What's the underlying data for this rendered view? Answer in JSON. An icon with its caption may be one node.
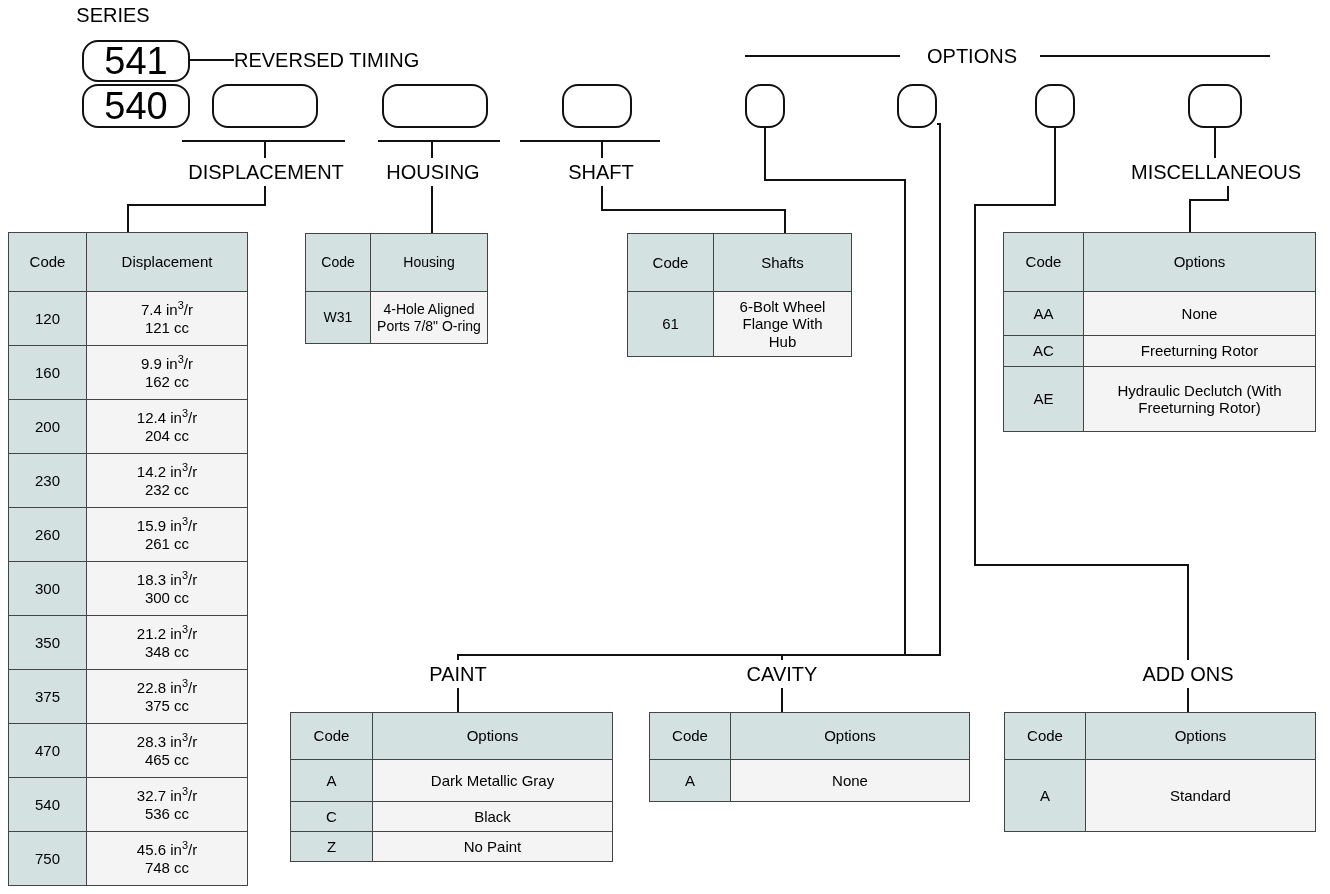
{
  "diagram": {
    "nodes": [
      {
        "text": [
          "541"
        ],
        "beside": [
          "SERIES"
        ]
      },
      {
        "text": [
          "540"
        ]
      },
      {
        "text": [],
        "shape": "box"
      },
      {
        "text": [],
        "shape": "box"
      },
      {
        "text": [],
        "shape": "box"
      },
      {
        "text": [],
        "shape": "box"
      },
      {
        "text": [],
        "shape": "box"
      },
      {
        "text": [],
        "shape": "box"
      },
      {
        "text": [],
        "shape": "box"
      },
      {
        "text": [
          "REVERSED TIMING"
        ]
      },
      {
        "text": [
          "DISPLACEMENT"
        ]
      },
      {
        "text": [
          "HOUSING"
        ]
      },
      {
        "text": [
          "SHAFT"
        ]
      },
      {
        "text": [
          "MISCELLANEOUS"
        ]
      },
      {
        "text": [
          "PAINT"
        ]
      },
      {
        "text": [
          "CAVITY"
        ]
      },
      {
        "text": [
          "ADD ONS"
        ]
      },
      {
        "text": [
          "Code",
          "Displacement",
          "120",
          "7.4 in$^{3}$/r 121 cc",
          "160",
          "9.9 in$^{3}$/r 162 cc",
          "200",
          "12.4 in$^{3}$/r 204 cc",
          "230",
          "14.2 in$^{3}$/r 232 cc",
          "260",
          "15.9 in$^{3}$/r 261 cc",
          "300",
          "18.3 in$^{3}$/r 300 cc",
          "350",
          "21.2 in$^{3}$/r 348 cc",
          "375",
          "22.8 in$^{3}$/r 375 cc",
          "470",
          "28.3 in$^{3}$/r 465 cc",
          "540",
          "32.7 in$^{3}$/r 536 cc",
          "750",
          "45.6 in$^{3}$/r 748 cc"
        ]
      },
      {
        "text": [
          "Code",
          "Housing",
          "W31",
          "4-Hole Aligned Ports 7/8\" O-ring"
        ]
      },
      {
        "text": [
          "Code",
          "Shafts",
          "61",
          "6-Bolt Wheel Flange With Hub"
        ]
      },
      {
        "text": [
          "Code",
          "Options",
          "AA",
          "None",
          "AC",
          "Freeturning Rotor",
          "AE",
          "Hydraulic Declutch (With Freeturning Rotor)"
        ]
      },
      {
        "text": [
          "Code",
          "Options",
          "A",
          "Dark Metallic Gray",
          "C",
          "Black",
          "Z",
          "No Paint"
        ]
      },
      {
        "text": [
          "Code",
          "Options",
          "A",
          "None"
        ]
      },
      {
        "text": [
          "Code",
          "Options",
          "A",
          "Standard"
        ]
      }
    ],
    "edges": [
      {
        "from": 0,
        "to": 9,
        "arrow": "none"
      },
      {
        "from": 2,
        "to": 10,
        "arrow": "none"
      },
      {
        "from": 3,
        "to": 11,
        "arrow": "none"
      },
      {
        "from": 4,
        "to": 12,
        "arrow": "none"
      },
      {
        "from": 10,
        "to": 17,
        "arrow": "none"
      },
      {
        "from": 11,
        "to": 18,
        "arrow": "none"
      },
      {
        "from": 12,
        "to": 19,
        "arrow": "none"
      },
      {
        "from": 5,
        "to": 14,
        "arrow": "none"
      },
      {
        "from": 6,
        "to": 15,
        "arrow": "none"
      },
      {
        "from": 7,
        "to": 16,
        "arrow": "none"
      },
      {
        "from": 8,
        "to": 13,
        "arrow": "none"
      },
      {
        "from": 13,
        "to": 20,
        "arrow": "none"
      },
      {
        "from": 14,
        "to": 21,
        "arrow": "none"
      },
      {
        "from": 15,
        "to": 22,
        "arrow": "none"
      },
      {
        "from": 16,
        "to": 23,
        "arrow": "none"
      }
    ],
    "labels": [
      "OPTIONS"
    ]
  }
}
